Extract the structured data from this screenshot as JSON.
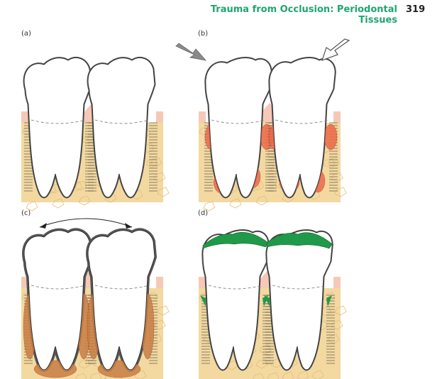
{
  "header": {
    "title": "Trauma from Occlusion: Periodontal Tissues",
    "page_number": "319"
  },
  "panels": [
    {
      "label": "(a)",
      "condition": "normal"
    },
    {
      "label": "(b)",
      "condition": "jiggling-forces"
    },
    {
      "label": "(c)",
      "condition": "widened-ligament"
    },
    {
      "label": "(d)",
      "condition": "occlusal-adjustment"
    }
  ],
  "colors": {
    "bone": "#f3d9a0",
    "bone_trabecula": "#e4be7a",
    "gingiva": "#f6c9b6",
    "pressure_zone": "#ec6a4a",
    "widened_ligament_zone": "#c97f45",
    "grinding_surface": "#1f9a49",
    "arrow_gray": "#8a8a8a",
    "title_green": "#1fa571"
  }
}
